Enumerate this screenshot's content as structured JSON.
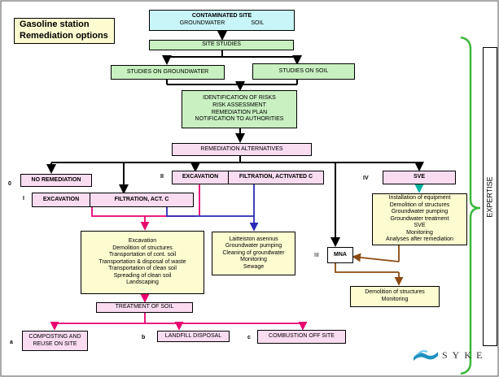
{
  "title": {
    "line1": "Gasoline station",
    "line2": "Remediation options"
  },
  "contaminated": {
    "title": "CONTAMINATED SITE",
    "left": "GROUNDWATER",
    "right": "SOIL"
  },
  "site_studies": "SITE STUDIES",
  "studies_gw": "STUDIES ON GROUNDWATER",
  "studies_soil": "STUDIES ON SOIL",
  "identification": [
    "IDENTIFICATION OF RISKS",
    "RISK ASSESSMENT",
    "REMEDIATION PLAN",
    "NOTIFICATION TO AUTHORITIES"
  ],
  "alternatives": "REMEDIATION ALTERNATIVES",
  "opt0": {
    "num": "0",
    "label": "NO REMEDIATION"
  },
  "opt1": {
    "num": "I",
    "left": "EXCAVATION",
    "right": "FILTRATION, ACT. C"
  },
  "opt2": {
    "num": "II",
    "left": "EXCAVATION",
    "right": "FILTRATION, ACTIVATED C"
  },
  "opt3": {
    "num": "III",
    "label": "MNA"
  },
  "opt4": {
    "num": "IV",
    "label": "SVE"
  },
  "sve_steps": [
    "Installation of equipment",
    "Demolition of structures",
    "Groundwater pumping",
    "Groundwater treatment",
    "SVE",
    "Monitoring",
    "Analyses after remediation"
  ],
  "excavation_steps": [
    "Excavation",
    "Demolition of structures",
    "Transportation of cont. soil",
    "Transportation & disposal of waste",
    "Transportation of clean soil",
    "Spreading of clean soil",
    "Landscaping"
  ],
  "filtration_steps": [
    "Laitteiston asennus",
    "Groundwater pumping",
    "Cleaning of groundwater",
    "Monitoring",
    "Sewage"
  ],
  "mna_steps": [
    "Demolition of structures",
    "Monitoring"
  ],
  "treatment": "TREATMENT OF SOIL",
  "treat_a": {
    "num": "a",
    "lines": [
      "COMPOSTING AND",
      "REUSE ON SITE"
    ]
  },
  "treat_b": {
    "num": "b",
    "label": "LANDFILL DISPOSAL"
  },
  "treat_c": {
    "num": "c",
    "label": "COMBUSTION OFF SITE"
  },
  "expertise": "EXPERTISE",
  "logo": "SYKE",
  "colors": {
    "pink_line": "#e8006e",
    "blue_line": "#2a2ab8",
    "brown_line": "#8b4a10",
    "teal_line": "#00b0a0",
    "brace": "#3cb83c"
  }
}
